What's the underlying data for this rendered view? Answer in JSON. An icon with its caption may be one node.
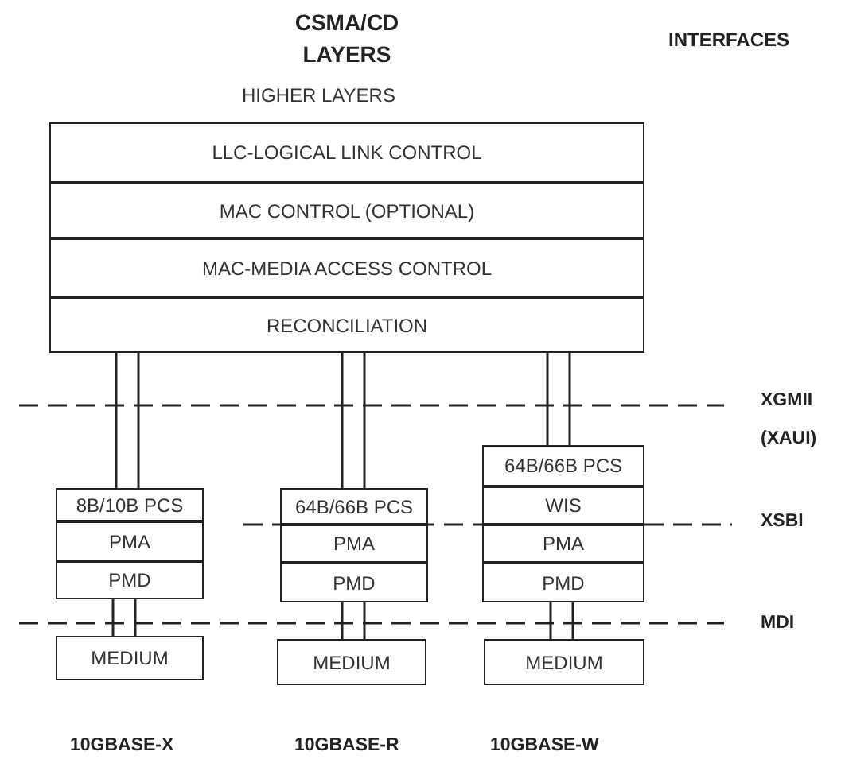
{
  "diagram": {
    "nodes": [
      {
        "text": [
          "LLC-LOGICAL LINK CONTROL"
        ]
      },
      {
        "text": [
          "MAC CONTROL (OPTIONAL)"
        ]
      },
      {
        "text": [
          "MAC-MEDIA ACCESS CONTROL"
        ]
      },
      {
        "text": [
          "RECONCILIATION"
        ]
      },
      {
        "text": [
          "8B/10B PCS"
        ]
      },
      {
        "text": [
          "PMA"
        ]
      },
      {
        "text": [
          "PMD"
        ]
      },
      {
        "text": [
          "MEDIUM"
        ]
      },
      {
        "text": [
          "64B/66B PCS"
        ]
      },
      {
        "text": [
          "PMA"
        ]
      },
      {
        "text": [
          "PMD"
        ]
      },
      {
        "text": [
          "MEDIUM"
        ]
      },
      {
        "text": [
          "64B/66B PCS"
        ]
      },
      {
        "text": [
          "WIS"
        ]
      },
      {
        "text": [
          "PMA"
        ]
      },
      {
        "text": [
          "PMD"
        ]
      },
      {
        "text": [
          "MEDIUM"
        ]
      }
    ],
    "edges": [
      {
        "from": 3,
        "to": 4,
        "arrow": "none"
      },
      {
        "from": 3,
        "to": 8,
        "arrow": "none"
      },
      {
        "from": 3,
        "to": 12,
        "arrow": "none"
      },
      {
        "from": 6,
        "to": 7,
        "arrow": "none"
      },
      {
        "from": 10,
        "to": 11,
        "arrow": "none"
      },
      {
        "from": 15,
        "to": 16,
        "arrow": "none"
      }
    ],
    "labels": [
      "CSMA/CD LAYERS",
      "INTERFACES",
      "HIGHER LAYERS",
      "XGMII",
      "(XAUI)",
      "XSBI",
      "MDI",
      "10GBASE-X",
      "10GBASE-R",
      "10GBASE-W"
    ]
  }
}
